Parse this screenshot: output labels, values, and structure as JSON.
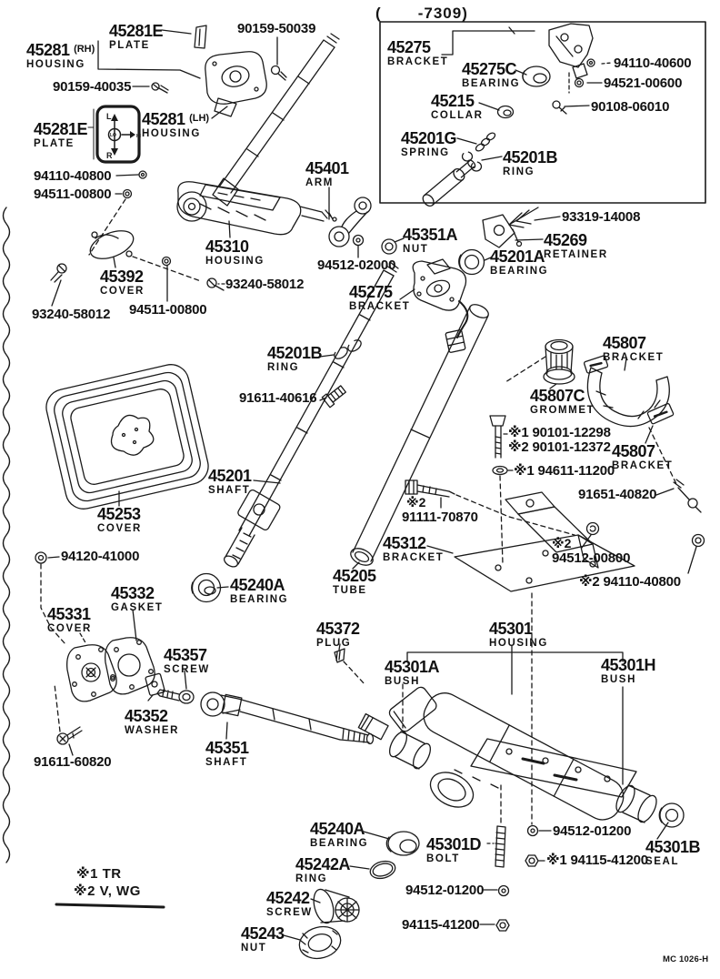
{
  "caption": "(       -7309)",
  "footer": {
    "doc_code": "MC 1026-H"
  },
  "legend": {
    "line1": "※1 TR",
    "line2": "※2 V, WG"
  },
  "key_plate": {
    "top": "L",
    "bottom": "R",
    "center": "LO",
    "right": "HI"
  },
  "labels": [
    {
      "code": "45281E",
      "sub": "PLATE"
    },
    {
      "num": "90159-50039"
    },
    {
      "code": "45281",
      "suffix": "(RH)",
      "sub": "HOUSING"
    },
    {
      "num": "90159-40035"
    },
    {
      "code": "45281E",
      "sub": "PLATE"
    },
    {
      "code": "45281",
      "suffix": "(LH)",
      "sub": "HOUSING"
    },
    {
      "num": "94110-40800"
    },
    {
      "num": "94511-00800"
    },
    {
      "code": "45275",
      "sub": "BRACKET"
    },
    {
      "code": "45275C",
      "sub": "BEARING"
    },
    {
      "num": "94110-40600"
    },
    {
      "num": "94521-00600"
    },
    {
      "code": "45215",
      "sub": "COLLAR"
    },
    {
      "num": "90108-06010"
    },
    {
      "code": "45201G",
      "sub": "SPRING"
    },
    {
      "code": "45201B",
      "sub": "RING"
    },
    {
      "num": "93319-14008"
    },
    {
      "code": "45269",
      "sub": "RETAINER"
    },
    {
      "code": "45201A",
      "sub": "BEARING"
    },
    {
      "code": "45351A",
      "sub": "NUT"
    },
    {
      "num": "94512-02000"
    },
    {
      "code": "45310",
      "sub": "HOUSING"
    },
    {
      "code": "45401",
      "sub": "ARM"
    },
    {
      "code": "45392",
      "sub": "COVER"
    },
    {
      "num": "93240-58012"
    },
    {
      "num": "94511-00800"
    },
    {
      "num": "93240-58012"
    },
    {
      "code": "45275",
      "sub": "BRACKET"
    },
    {
      "code": "45201B",
      "sub": "RING"
    },
    {
      "num": "91611-40616"
    },
    {
      "code": "45807",
      "sub": "BRACKET"
    },
    {
      "code": "45807C",
      "sub": "GROMMET"
    },
    {
      "code": "45807",
      "sub": "BRACKET"
    },
    {
      "num": "※1 90101-12298"
    },
    {
      "num": "※2 90101-12372"
    },
    {
      "num": "※1 94611-11200"
    },
    {
      "num": "91651-40820"
    },
    {
      "code": "45201",
      "sub": "SHAFT"
    },
    {
      "code": "45253",
      "sub": "COVER"
    },
    {
      "star": "※2",
      "num": "91111-70870"
    },
    {
      "code": "45312",
      "sub": "BRACKET"
    },
    {
      "code": "45205",
      "sub": "TUBE"
    },
    {
      "star": "※2",
      "num": "94512-00800"
    },
    {
      "num": "※2 94110-40800"
    },
    {
      "num": "94120-41000"
    },
    {
      "code": "45240A",
      "sub": "BEARING"
    },
    {
      "code": "45332",
      "sub": "GASKET"
    },
    {
      "code": "45331",
      "sub": "COVER"
    },
    {
      "code": "45372",
      "sub": "PLUG"
    },
    {
      "code": "45357",
      "sub": "SCREW"
    },
    {
      "code": "45352",
      "sub": "WASHER"
    },
    {
      "code": "45351",
      "sub": "SHAFT"
    },
    {
      "num": "91611-60820"
    },
    {
      "code": "45301",
      "sub": "HOUSING"
    },
    {
      "code": "45301A",
      "sub": "BUSH"
    },
    {
      "code": "45301H",
      "sub": "BUSH"
    },
    {
      "code": "45240A",
      "sub": "BEARING"
    },
    {
      "code": "45242A",
      "sub": "RING"
    },
    {
      "code": "45242",
      "sub": "SCREW"
    },
    {
      "code": "45243",
      "sub": "NUT"
    },
    {
      "code": "45301D",
      "sub": "BOLT"
    },
    {
      "num": "94512-01200"
    },
    {
      "num": "※1 94115-41200"
    },
    {
      "code": "45301B",
      "sub": "SEAL"
    },
    {
      "num": "94512-01200"
    },
    {
      "num": "94115-41200"
    }
  ]
}
